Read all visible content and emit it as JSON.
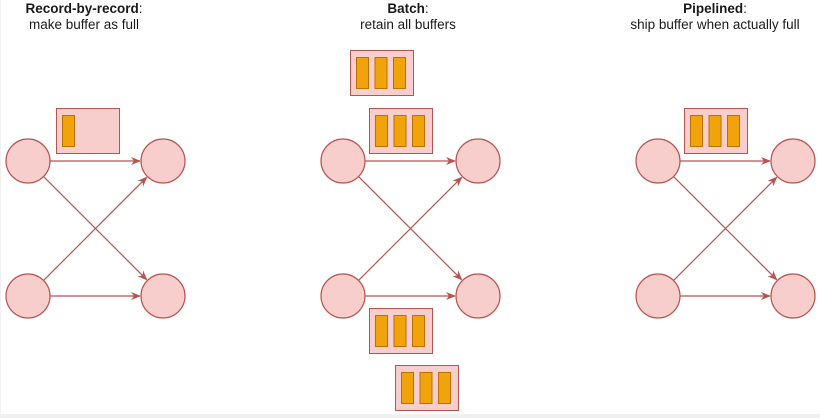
{
  "colors": {
    "node_fill": "#f8cecc",
    "node_stroke": "#b85450",
    "edge": "#b85450",
    "record_fill": "#f0a30a",
    "record_stroke": "#bd7000"
  },
  "panels": [
    {
      "id": "record-by-record",
      "title": "Record-by-record",
      "colon": ":",
      "subtitle": "make buffer as full",
      "buffers": [
        {
          "records": 1,
          "position": "in-flight"
        }
      ]
    },
    {
      "id": "batch",
      "title": "Batch",
      "colon": ":",
      "subtitle": "retain all buffers",
      "buffers": [
        {
          "records": 3,
          "position": "retained-top"
        },
        {
          "records": 3,
          "position": "in-flight"
        },
        {
          "records": 3,
          "position": "retained-bottom"
        },
        {
          "records": 3,
          "position": "retained-bottom"
        }
      ]
    },
    {
      "id": "pipelined",
      "title": "Pipelined",
      "colon": ":",
      "subtitle": "ship buffer when actually full",
      "buffers": [
        {
          "records": 3,
          "position": "in-flight"
        }
      ]
    }
  ],
  "graph": {
    "nodes": [
      "source-top",
      "source-bottom",
      "target-top",
      "target-bottom"
    ],
    "edges": [
      [
        "source-top",
        "target-top"
      ],
      [
        "source-top",
        "target-bottom"
      ],
      [
        "source-bottom",
        "target-top"
      ],
      [
        "source-bottom",
        "target-bottom"
      ]
    ]
  }
}
